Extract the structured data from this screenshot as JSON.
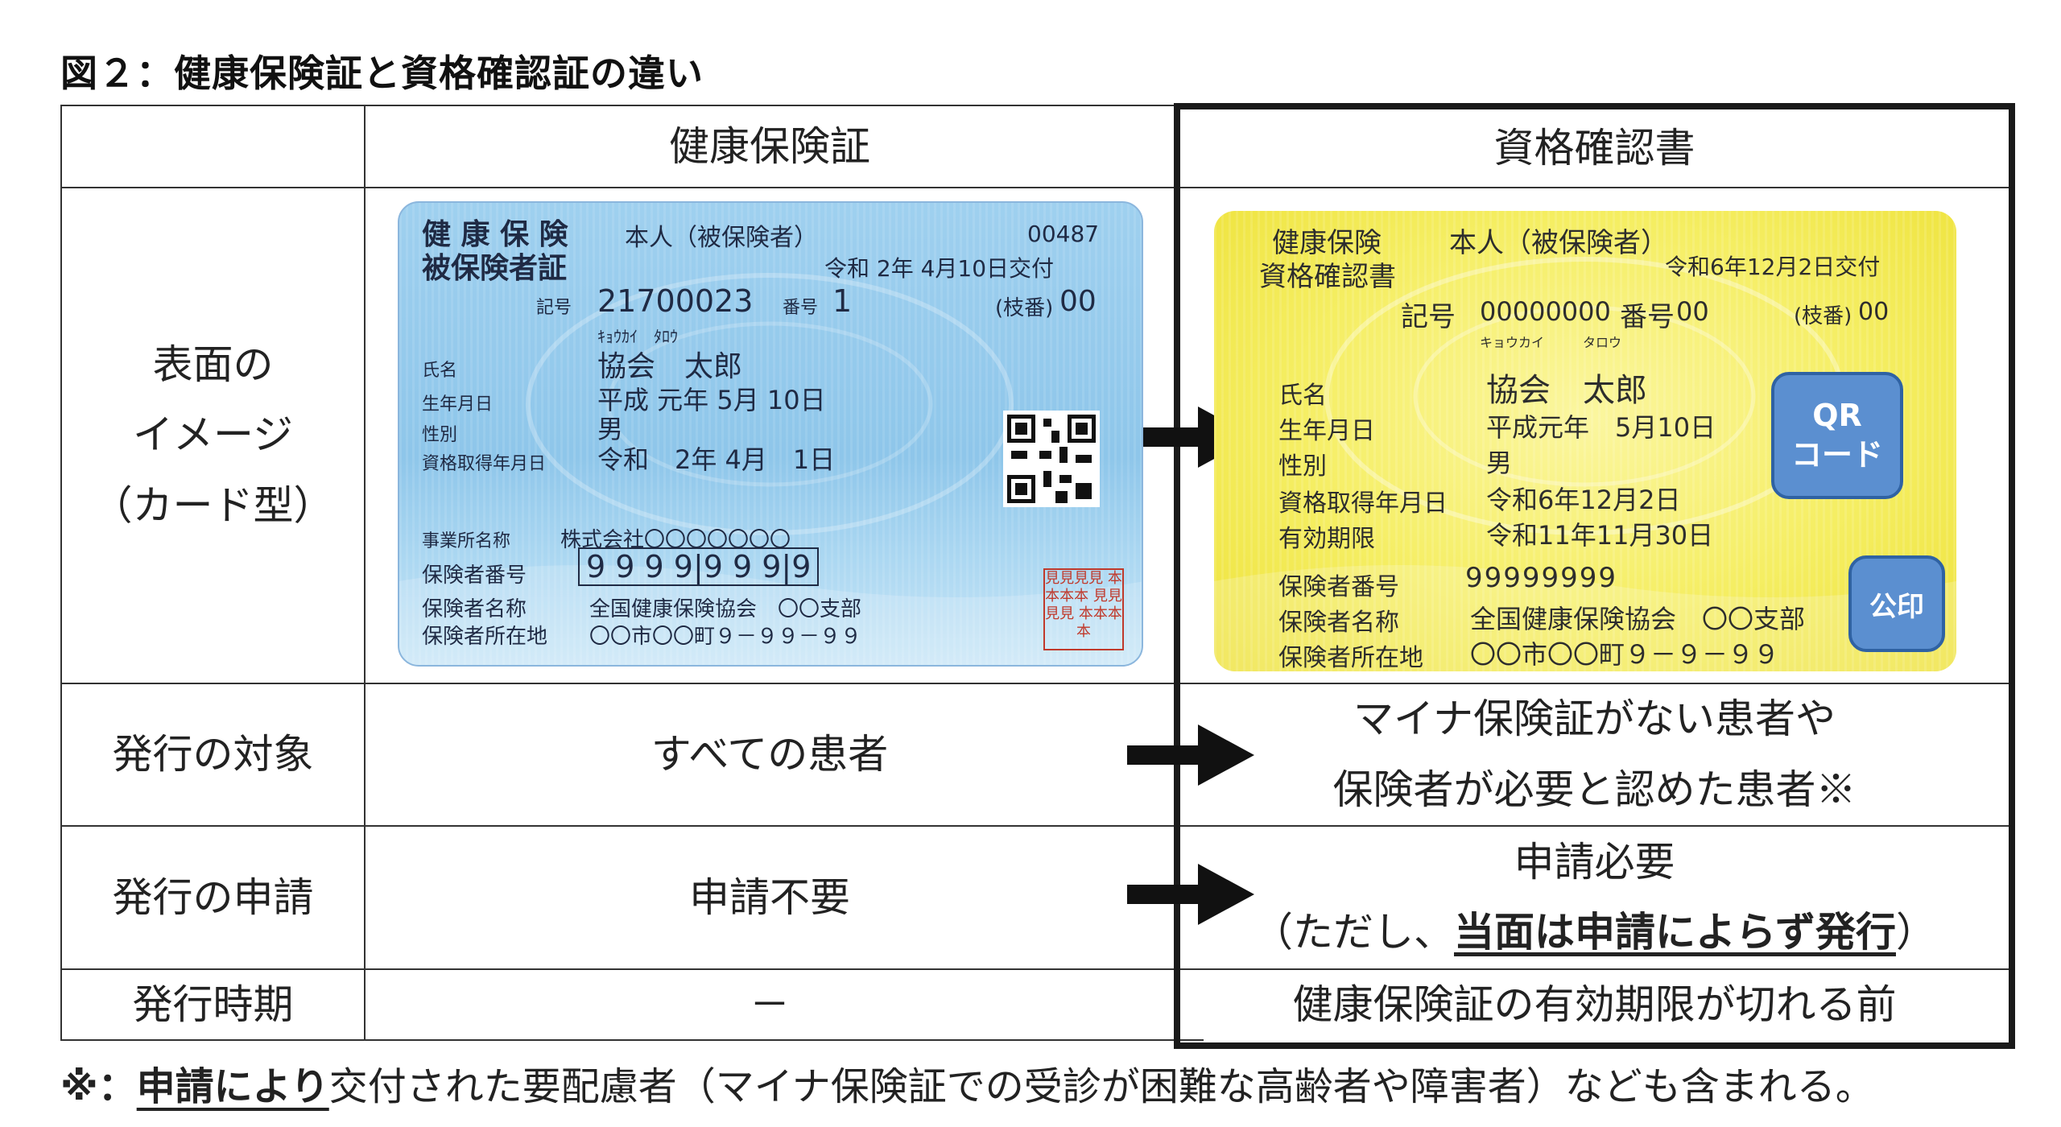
{
  "figure_title": "図２：健康保険証と資格確認証の違い",
  "headers": {
    "col_insurance_card": "健康保険証",
    "col_qualification": "資格確認書"
  },
  "rows": {
    "image": {
      "label": [
        "表面の",
        "イメージ",
        "（カード型）"
      ]
    },
    "target": {
      "label": "発行の対象",
      "insurance": "すべての患者",
      "qualification": [
        "マイナ保険証がない患者や",
        "保険者が必要と認めた患者※"
      ]
    },
    "application": {
      "label": "発行の申請",
      "insurance": "申請不要",
      "qualification_line1": "申請必要",
      "qualification_line2_pre": "（ただし、",
      "qualification_line2_bold": "当面は申請によらず発行",
      "qualification_line2_post": "）"
    },
    "timing": {
      "label": "発行時期",
      "insurance": "－",
      "qualification": "健康保険証の有効期限が切れる前"
    }
  },
  "blue_card": {
    "title1": "健 康 保 険",
    "title2": "被保険者証",
    "holder": "本人（被保険者）",
    "number": "00487",
    "issued": "令和 2年 4月10日交付",
    "kigo_label": "記号",
    "kigo": "21700023",
    "bango_label": "番号",
    "bango": "1",
    "edaban_label": "(枝番)",
    "edaban": "00",
    "kana": "ｷｮｳｶｲ　ﾀﾛｳ",
    "name_label": "氏名",
    "name": "協会　太郎",
    "birth_label": "生年月日",
    "birth": "平成 元年 5月 10日",
    "sex_label": "性別",
    "sex": "男",
    "acq_label": "資格取得年月日",
    "acq": "令和　2年 4月　1日",
    "office_label": "事業所名称",
    "office": "株式会社〇〇〇〇〇〇〇",
    "insurer_no_label": "保険者番号",
    "insurer_no": "9 9 9 9|9 9 9|9",
    "insurer_name_label": "保険者名称",
    "insurer_name": "全国健康保険協会　〇〇支部",
    "insurer_addr_label": "保険者所在地",
    "insurer_addr": "〇〇市〇〇町９－９９－９９",
    "seal": "見見見見 本本本本 見見見見 本本本本"
  },
  "yellow_card": {
    "title1": "健康保険",
    "title2": "資格確認書",
    "holder": "本人（被保険者）",
    "issued": "令和6年12月2日交付",
    "kigo_label": "記号",
    "kigo": "00000000",
    "bango_label": "番号",
    "bango": "00",
    "edaban_label": "(枝番)",
    "edaban": "00",
    "kana": "キョウカイ　　　タロウ",
    "name_label": "氏名",
    "name": "協会　太郎",
    "birth_label": "生年月日",
    "birth": "平成元年　5月10日",
    "sex_label": "性別",
    "sex": "男",
    "acq_label": "資格取得年月日",
    "acq": "令和6年12月2日",
    "valid_label": "有効期限",
    "valid": "令和11年11月30日",
    "insurer_no_label": "保険者番号",
    "insurer_no": "99999999",
    "insurer_name_label": "保険者名称",
    "insurer_name": "全国健康保険協会　〇〇支部",
    "insurer_addr_label": "保険者所在地",
    "insurer_addr": "〇〇市〇〇町９－９－９９",
    "qr_badge": [
      "QR",
      "コード"
    ],
    "seal_badge": "公印"
  },
  "footnote": {
    "prefix": "※：",
    "bold": "申請により",
    "rest": "交付された要配慮者（マイナ保険証での受診が困難な高齢者や障害者）なども含まれる。"
  },
  "colors": {
    "blue_card": "#9fd0ef",
    "yellow_card": "#f5ee63",
    "badge": "#5b8fd0",
    "border_heavy": "#1a1a1a"
  }
}
